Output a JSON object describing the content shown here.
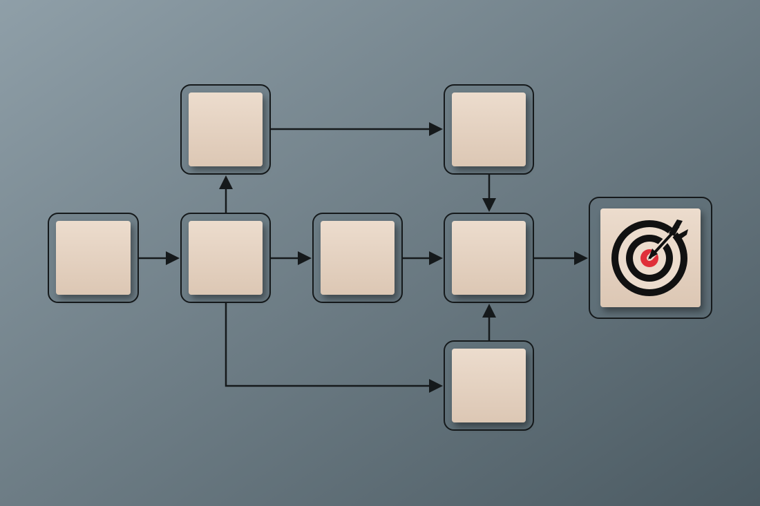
{
  "colors": {
    "background_light": "#8f9fa8",
    "background_dark": "#4b5a62",
    "frame_stroke": "#15191b",
    "frame_fill": "#5f7079",
    "block_wood": "#ecdccd",
    "block_wood_shade": "#dcc7b4",
    "arrow": "#15191b",
    "target_black": "#111111",
    "target_red": "#e0303a"
  },
  "diagram": {
    "nodes": [
      {
        "id": "start",
        "icon": ""
      },
      {
        "id": "split",
        "icon": ""
      },
      {
        "id": "upper-left",
        "icon": ""
      },
      {
        "id": "middle",
        "icon": ""
      },
      {
        "id": "upper-right",
        "icon": ""
      },
      {
        "id": "merge",
        "icon": ""
      },
      {
        "id": "lower",
        "icon": ""
      },
      {
        "id": "goal",
        "icon": "target-with-arrow-icon"
      }
    ],
    "edges": [
      [
        "start",
        "split"
      ],
      [
        "split",
        "upper-left"
      ],
      [
        "upper-left",
        "upper-right"
      ],
      [
        "upper-right",
        "merge"
      ],
      [
        "split",
        "middle"
      ],
      [
        "middle",
        "merge"
      ],
      [
        "split",
        "lower"
      ],
      [
        "lower",
        "merge"
      ],
      [
        "merge",
        "goal"
      ]
    ]
  }
}
